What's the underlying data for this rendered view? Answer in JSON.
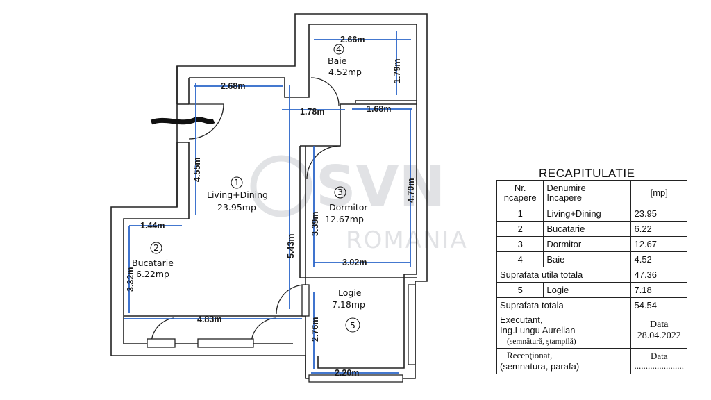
{
  "watermark": {
    "logo": "SVN",
    "sub": "ROMANIA"
  },
  "rooms": [
    {
      "number": "1",
      "name": "Living+Dining",
      "area": "23.95mp"
    },
    {
      "number": "2",
      "name": "Bucatarie",
      "area": "6.22mp"
    },
    {
      "number": "3",
      "name": "Dormitor",
      "area": "12.67mp"
    },
    {
      "number": "4",
      "name": "Baie",
      "area": "4.52mp"
    },
    {
      "number": "5",
      "name": "Logie",
      "area": "7.18mp"
    }
  ],
  "dimensions": {
    "baie_width": "2.66m",
    "baie_height": "1.79m",
    "living_top": "2.68m",
    "hall": "1.78m",
    "dorm_top": "1.68m",
    "living_left": "4.55m",
    "living_right": "5.43m",
    "dorm_inner": "3.39m",
    "dorm_right": "4.70m",
    "kitchen_top": "1.44m",
    "kitchen_left": "3.32m",
    "kitchen_bottom": "4.83m",
    "dorm_bottom": "3.02m",
    "logie_left": "2.76m",
    "logie_bottom": "2.20m"
  },
  "recap": {
    "title": "RECAPITULATIE",
    "header": {
      "nr": [
        "Nr.",
        "ncapere"
      ],
      "name": [
        "Denumire",
        "Incapere"
      ],
      "unit": "[mp]"
    },
    "rows": [
      {
        "nr": "1",
        "name": "Living+Dining",
        "area": "23.95"
      },
      {
        "nr": "2",
        "name": "Bucatarie",
        "area": "6.22"
      },
      {
        "nr": "3",
        "name": "Dormitor",
        "area": "12.67"
      },
      {
        "nr": "4",
        "name": "Baie",
        "area": "4.52"
      }
    ],
    "util_label": "Suprafata utila totala",
    "util_value": "47.36",
    "logie_row": {
      "nr": "5",
      "name": "Logie",
      "area": "7.18"
    },
    "total_label": "Suprafata totala",
    "total_value": "54.54",
    "executant": [
      "Executant,",
      "Ing.Lungu Aurelian",
      "(semnătură, ştampilă)"
    ],
    "data_label": "Data",
    "data_value": "28.04.2022",
    "receptionat": [
      "Recepţionat,",
      "(semnatura, parafa)"
    ],
    "data2_label": "Data",
    "data2_value": "......................"
  }
}
